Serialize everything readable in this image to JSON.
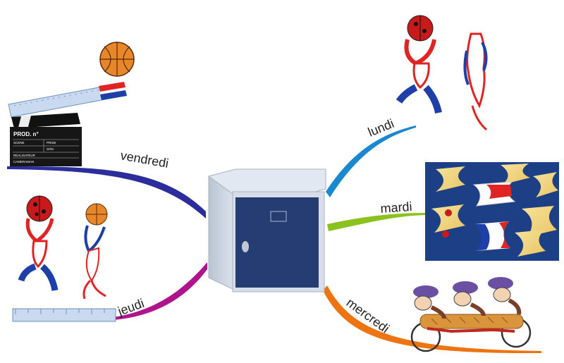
{
  "branches": [
    {
      "label": "vendredi",
      "color": "#2b2d9a"
    },
    {
      "label": "jeudi",
      "color": "#b0148c"
    },
    {
      "label": "lundi",
      "color": "#1a88cf"
    },
    {
      "label": "mardi",
      "color": "#8cc21f"
    },
    {
      "label": "mercredi",
      "color": "#ee7411"
    }
  ],
  "clapperboard": {
    "title": "PROD. n°",
    "scene": "SCENE",
    "prise": "PRISE",
    "son": "SON",
    "realisateur": "REALISATEUR",
    "cameraman": "CAMERAMAN"
  },
  "center": {
    "body_color": "#c9d3e0",
    "door_color": "#263d73"
  }
}
